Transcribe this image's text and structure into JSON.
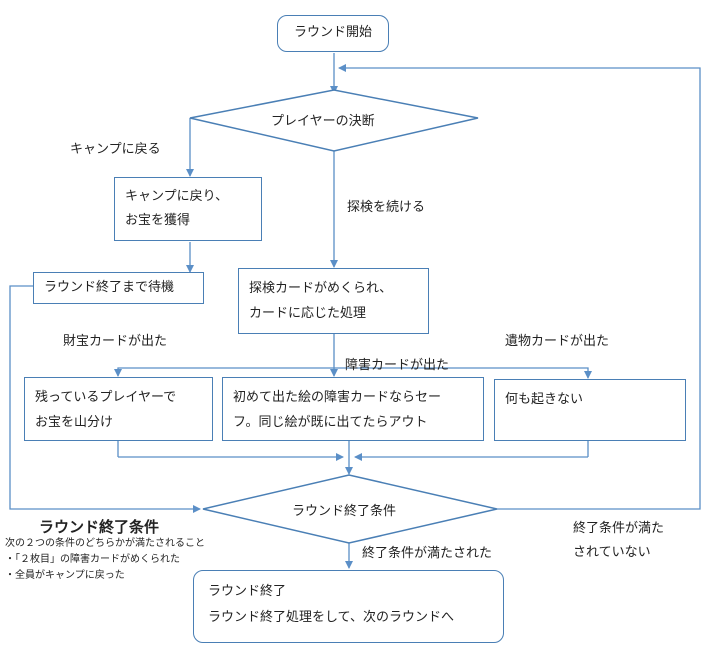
{
  "nodes": {
    "start": "ラウンド開始",
    "decision": "プレイヤーの決断",
    "camp_box": [
      "キャンプに戻り、",
      "お宝を獲得"
    ],
    "wait_box": "ラウンド終了まで待機",
    "explore_box": [
      "探検カードがめくられ、",
      "カードに応じた処理"
    ],
    "treasure_box": [
      "残っているプレイヤーで",
      "お宝を山分け"
    ],
    "hazard_box": [
      "初めて出た絵の障害カードならセー",
      "フ。同じ絵が既に出てたらアウト"
    ],
    "relic_box": "何も起きない",
    "end_condition": "ラウンド終了条件",
    "end_box": [
      "ラウンド終了",
      "ラウンド終了処理をして、次のラウンドへ"
    ]
  },
  "edge_labels": {
    "to_camp": "キャンプに戻る",
    "continue": "探検を続ける",
    "treasure": "財宝カードが出た",
    "hazard": "障害カードが出た",
    "relic": "遺物カードが出た",
    "met": "終了条件が満たされた",
    "not_met": [
      "終了条件が満た",
      "されていない"
    ]
  },
  "note": {
    "title": "ラウンド終了条件",
    "lines": [
      "次の２つの条件のどちらかが満たされること",
      "・「２枚目」の障害カードがめくられた",
      "・全員がキャンプに戻った"
    ]
  },
  "colors": {
    "line": "#5b8fc7",
    "border": "#4a7fb5"
  }
}
